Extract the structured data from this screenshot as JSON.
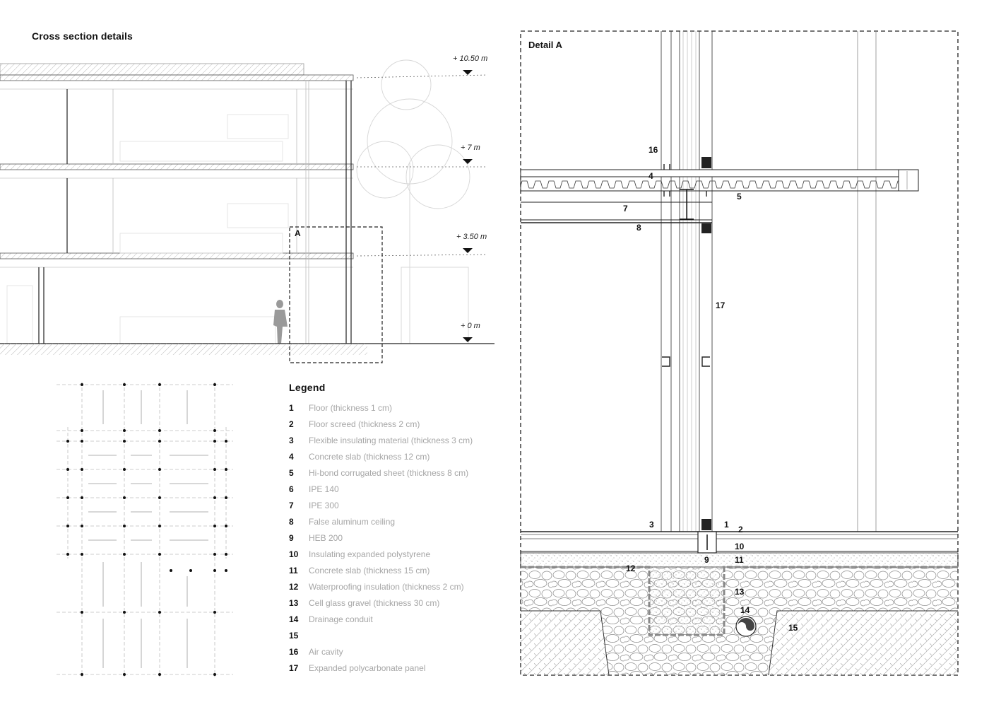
{
  "sheet_title": "Cross section details",
  "levels": [
    "+ 10.50 m",
    "+ 7 m",
    "+ 3.50 m",
    "+ 0 m"
  ],
  "section_marker": "A",
  "detail_title": "Detail  A",
  "legend": {
    "title": "Legend",
    "items": [
      {
        "num": "1",
        "text": "Floor (thickness 1 cm)"
      },
      {
        "num": "2",
        "text": "Floor screed (thickness 2 cm)"
      },
      {
        "num": "3",
        "text": "Flexible insulating material (thickness 3 cm)"
      },
      {
        "num": "4",
        "text": "Concrete slab (thickness 12 cm)"
      },
      {
        "num": "5",
        "text": "Hi-bond corrugated sheet (thickness 8 cm)"
      },
      {
        "num": "6",
        "text": "IPE 140"
      },
      {
        "num": "7",
        "text": "IPE 300"
      },
      {
        "num": "8",
        "text": "False aluminum ceiling"
      },
      {
        "num": "9",
        "text": "HEB 200"
      },
      {
        "num": "10",
        "text": "Insulating expanded polystyrene"
      },
      {
        "num": "11",
        "text": "Concrete slab (thickness 15 cm)"
      },
      {
        "num": "12",
        "text": "Waterproofing insulation (thickness 2 cm)"
      },
      {
        "num": "13",
        "text": "Cell glass gravel (thickness 30 cm)"
      },
      {
        "num": "14",
        "text": "Drainage conduit"
      },
      {
        "num": "15",
        "text": ""
      },
      {
        "num": "16",
        "text": "Air cavity"
      },
      {
        "num": "17",
        "text": "Expanded polycarbonate panel"
      }
    ]
  },
  "callouts": [
    "16",
    "4",
    "5",
    "7",
    "8",
    "17",
    "3",
    "1",
    "2",
    "10",
    "9",
    "11",
    "12",
    "13",
    "14",
    "15"
  ]
}
